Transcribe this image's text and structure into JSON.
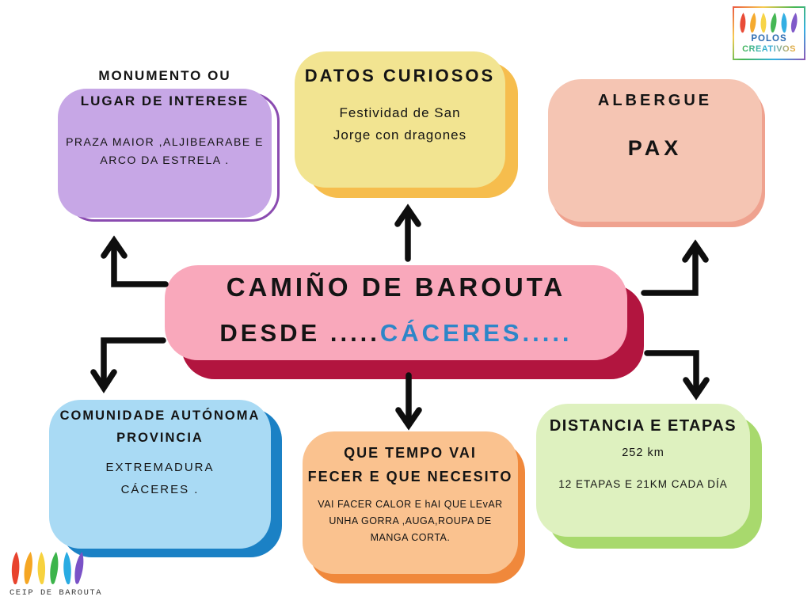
{
  "title": "Mapa mental Camiño de Barouta",
  "center": {
    "line1": "CAMIÑO DE BAROUTA",
    "line2_prefix": "DESDE .....",
    "line2_highlight": "CÁCERES.....",
    "fill": "#f9a8bb",
    "shadow": "#b2153f",
    "highlight_color": "#2e86c8"
  },
  "nodes": {
    "monumento": {
      "heading1": "MONUMENTO OU",
      "heading2": "LUGAR DE INTERESE",
      "body1": "PRAZA MAIOR ,ALJIBEARABE E",
      "body2": "ARCO DA ESTRELA .",
      "fill": "#c7a7e6",
      "shadow": "#8a4bb0"
    },
    "datos": {
      "heading": "DATOS CURIOSOS",
      "body1": "Festividad de San",
      "body2": "Jorge con dragones",
      "fill": "#f2e491",
      "shadow": "#f6bd4d"
    },
    "albergue": {
      "heading": "ALBERGUE",
      "body": "PAX",
      "fill": "#f5c5b3",
      "shadow": "#efa28f"
    },
    "comunidade": {
      "heading1": "COMUNIDADE AUTÓNOMA",
      "heading2": "PROVINCIA",
      "body1": "EXTREMADURA",
      "body2": "CÁCERES .",
      "fill": "#a9daf4",
      "shadow": "#1b81c5"
    },
    "tempo": {
      "heading1": "QUE TEMPO VAI",
      "heading2": "FECER E QUE NECESITO",
      "body1": "VAI FACER CALOR E hAI QUE LEvAR",
      "body2": "UNHA GORRA ,AUGA,ROUPA DE",
      "body3": "MANGA CORTA.",
      "fill": "#fac28f",
      "shadow": "#f0883b"
    },
    "distancia": {
      "heading": "DISTANCIA E ETAPAS",
      "body1": "252 km",
      "body2": "12 ETAPAS E 21KM CADA DÍA",
      "fill": "#def1bf",
      "shadow": "#a8d96d"
    }
  },
  "logos": {
    "polos": {
      "line1": "POLOS",
      "line2": "CREATIVOS"
    },
    "ceip": {
      "label": "CEIP DE BAROUTA"
    }
  },
  "arrow_color": "#0e0e0e",
  "text_color": "#141414"
}
